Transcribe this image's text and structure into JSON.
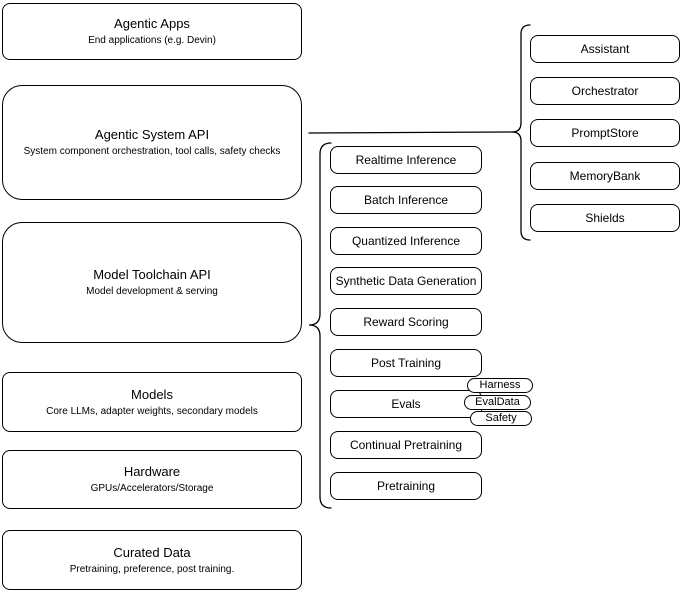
{
  "diagram": {
    "layers": [
      {
        "title": "Agentic Apps",
        "subtitle": "End applications (e.g. Devin)"
      },
      {
        "title": "Agentic System API",
        "subtitle": "System component orchestration, tool calls, safety checks"
      },
      {
        "title": "Model Toolchain API",
        "subtitle": "Model development & serving"
      },
      {
        "title": "Models",
        "subtitle": "Core LLMs, adapter weights, secondary models"
      },
      {
        "title": "Hardware",
        "subtitle": "GPUs/Accelerators/Storage"
      },
      {
        "title": "Curated Data",
        "subtitle": "Pretraining, preference, post training."
      }
    ],
    "toolchain_services": [
      {
        "label": "Realtime Inference"
      },
      {
        "label": "Batch Inference"
      },
      {
        "label": "Quantized Inference"
      },
      {
        "label": "Synthetic Data Generation"
      },
      {
        "label": "Reward Scoring"
      },
      {
        "label": "Post Training"
      },
      {
        "label": "Evals"
      },
      {
        "label": "Continual Pretraining"
      },
      {
        "label": "Pretraining"
      }
    ],
    "eval_tags": [
      {
        "label": "Harness"
      },
      {
        "label": "EvalData"
      },
      {
        "label": "Safety"
      }
    ],
    "system_components": [
      {
        "label": "Assistant"
      },
      {
        "label": "Orchestrator"
      },
      {
        "label": "PromptStore"
      },
      {
        "label": "MemoryBank"
      },
      {
        "label": "Shields"
      }
    ],
    "colors": {
      "stroke": "#000000",
      "fill": "#ffffff",
      "text": "#000000",
      "background": "#ffffff"
    }
  }
}
